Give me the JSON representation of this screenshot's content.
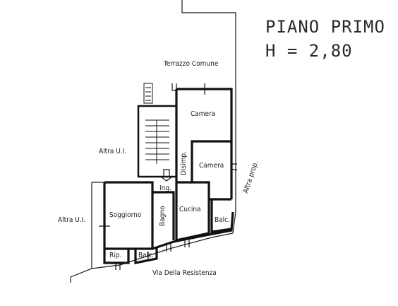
{
  "header": {
    "floor_title": "PIANO PRIMO",
    "height_label": "H = 2,80"
  },
  "rooms": {
    "camera_top": "Camera",
    "camera_right": "Camera",
    "disimpegno": "Disimp.",
    "ingresso": "Ing.",
    "soggiorno": "Soggiorno",
    "bagno": "Bagno",
    "cucina": "Cucina",
    "balcone_right": "Balc.",
    "ripostiglio": "Rip.",
    "balcone_bottom": "Balc."
  },
  "surroundings": {
    "terrace": "Terrazzo Comune",
    "other_unit_upper": "Altra U.I.",
    "other_unit_lower": "Altra U.I.",
    "other_property": "Altra prop.",
    "street": "Via Della Resistenza"
  }
}
